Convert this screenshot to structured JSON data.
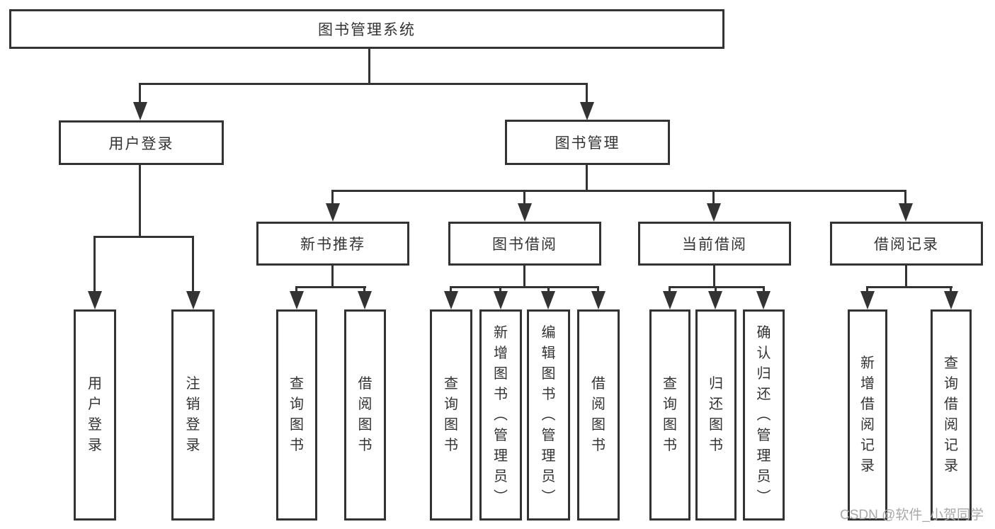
{
  "diagram": {
    "root": {
      "label": "图书管理系统"
    },
    "level2": [
      {
        "label": "用户登录"
      },
      {
        "label": "图书管理"
      }
    ],
    "level3": [
      {
        "label": "新书推荐"
      },
      {
        "label": "图书借阅"
      },
      {
        "label": "当前借阅"
      },
      {
        "label": "借阅记录"
      }
    ],
    "leaves": {
      "user": [
        "用户登录",
        "注销登录"
      ],
      "recommend": [
        "查询图书",
        "借阅图书"
      ],
      "borrow": [
        "查询图书",
        "新增图书（管理员）",
        "编辑图书（管理员）",
        "借阅图书"
      ],
      "current": [
        "查询图书",
        "归还图书",
        "确认归还（管理员）"
      ],
      "record": [
        "新增借阅记录",
        "查询借阅记录"
      ]
    }
  },
  "watermark": {
    "text": "CSDN @软件_小贺同学"
  },
  "colors": {
    "line": "#333333",
    "text": "#333333",
    "watermark": "#a9a9a9",
    "background": "#ffffff"
  }
}
